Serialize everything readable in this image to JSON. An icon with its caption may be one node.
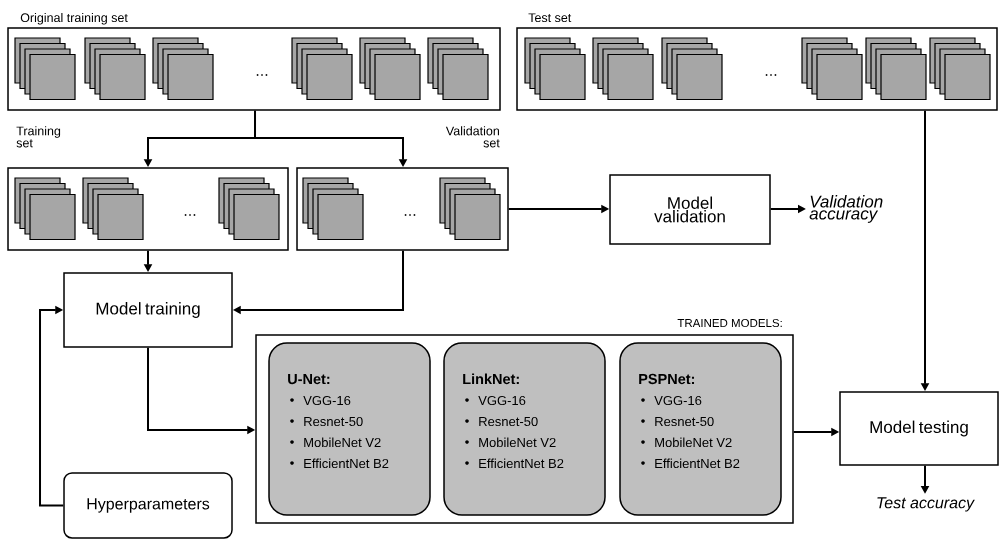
{
  "diagram": {
    "nodes": [
      {
        "text": [
          "Original training set",
          "..."
        ]
      },
      {
        "text": [
          "Test set",
          "..."
        ]
      },
      {
        "text": [
          "Training set",
          "..."
        ]
      },
      {
        "text": [
          "Validation set",
          "..."
        ]
      },
      {
        "text": [
          "Model validation"
        ]
      },
      {
        "text": [
          "Validation accuracy"
        ]
      },
      {
        "text": [
          "Model training"
        ]
      },
      {
        "text": [
          "TRAINED MODELS:"
        ]
      },
      {
        "text": [
          "U-Net:",
          "VGG-16",
          "Resnet-50",
          "MobileNet V2",
          "EfficientNet B2"
        ],
        "in": 7
      },
      {
        "text": [
          "LinkNet:",
          "VGG-16",
          "Resnet-50",
          "MobileNet V2",
          "EfficientNet B2"
        ],
        "in": 7
      },
      {
        "text": [
          "PSPNet:",
          "VGG-16",
          "Resnet-50",
          "MobileNet V2",
          "EfficientNet B2"
        ],
        "in": 7
      },
      {
        "text": [
          "Hyperparameters"
        ]
      },
      {
        "text": [
          "Model testing"
        ]
      },
      {
        "text": [
          "Test accuracy"
        ]
      }
    ],
    "edges": [
      {
        "from": 0,
        "to": 2,
        "arrow": "to"
      },
      {
        "from": 0,
        "to": 3,
        "arrow": "to"
      },
      {
        "from": 3,
        "to": 4,
        "arrow": "to"
      },
      {
        "from": 4,
        "to": 5,
        "arrow": "to"
      },
      {
        "from": 2,
        "to": 6,
        "arrow": "to"
      },
      {
        "from": 3,
        "to": 6,
        "arrow": "to"
      },
      {
        "from": 11,
        "to": 6,
        "arrow": "to"
      },
      {
        "from": 6,
        "to": 7,
        "arrow": "to"
      },
      {
        "from": 7,
        "to": 12,
        "arrow": "to"
      },
      {
        "from": 1,
        "to": 12,
        "arrow": "to"
      },
      {
        "from": 12,
        "to": 13,
        "arrow": "to"
      }
    ]
  }
}
